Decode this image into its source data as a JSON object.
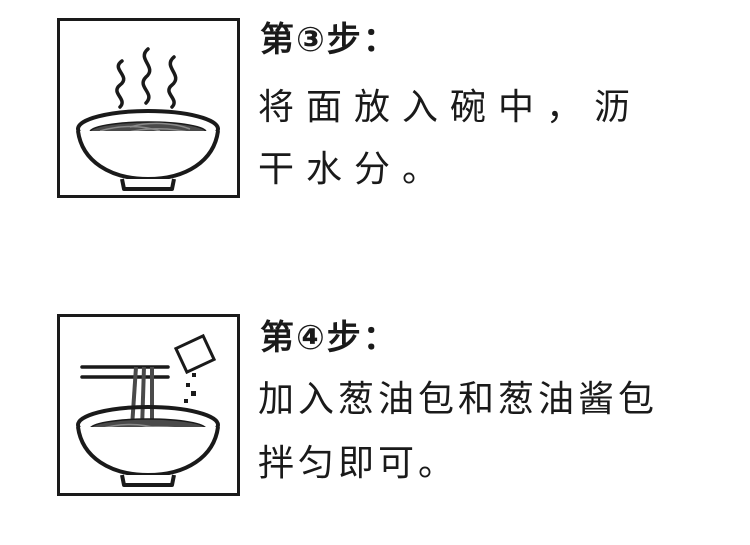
{
  "steps": [
    {
      "title": "第③步：",
      "lines": [
        "将面放入碗中，沥",
        "干水分。"
      ],
      "icon": "steaming-noodle-bowl-icon"
    },
    {
      "title": "第④步：",
      "lines": [
        "加入葱油包和葱油酱包",
        "拌匀即可。"
      ],
      "icon": "bowl-chopsticks-sauce-packet-icon"
    }
  ],
  "colors": {
    "ink": "#1a1a1a",
    "noodle": "#4a4a4a",
    "background": "#ffffff"
  }
}
